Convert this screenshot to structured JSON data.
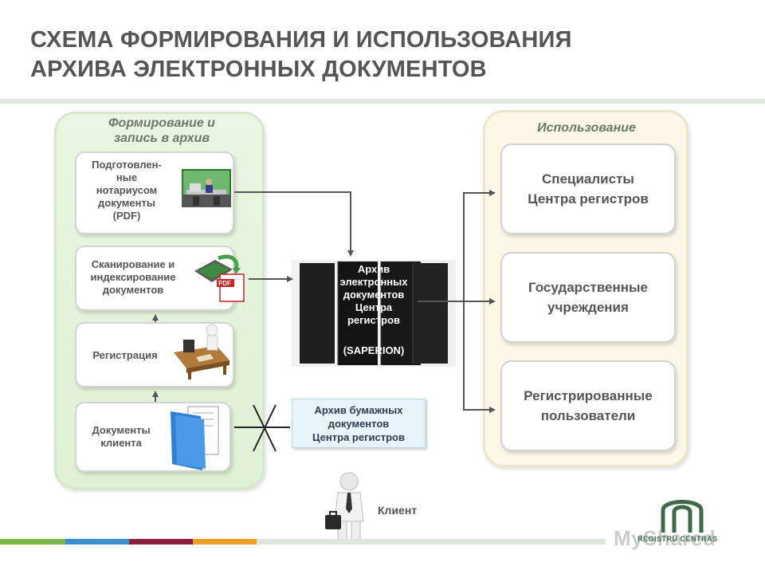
{
  "title": {
    "line1": "СХЕМА ФОРМИРОВАНИЯ И ИСПОЛЬЗОВАНИЯ",
    "line2": "АРХИВА ЭЛЕКТРОННЫХ ДОКУМЕНТОВ"
  },
  "left_panel": {
    "title_line1": "Формирование и",
    "title_line2": "запись в архив",
    "boxes": [
      {
        "lines": [
          "Подготовлен-",
          "ные",
          "нотариусом",
          "документы",
          "(PDF)"
        ],
        "icon": "notary-office-icon"
      },
      {
        "lines": [
          "Сканирование и",
          "индексирование",
          "документов"
        ],
        "icon": "scanner-pdf-icon"
      },
      {
        "lines": [
          "Регистрация"
        ],
        "icon": "registration-desk-icon"
      },
      {
        "lines": [
          "Документы",
          "клиента"
        ],
        "icon": "client-folder-icon"
      }
    ]
  },
  "archive": {
    "lines": [
      "Архив",
      "электронных",
      "документов",
      "Центра",
      "регистров"
    ],
    "system": "(SAPERION)"
  },
  "paper_archive": {
    "lines": [
      "Архив бумажных",
      "документов",
      "Центра регистров"
    ]
  },
  "right_panel": {
    "title": "Использование",
    "boxes": [
      {
        "lines": [
          "Специалисты",
          "Центра регистров"
        ]
      },
      {
        "lines": [
          "Государственные",
          "учреждения"
        ]
      },
      {
        "lines": [
          "Регистрированные",
          "пользователи"
        ]
      }
    ]
  },
  "client": {
    "label": "Клиент",
    "icon": "businessman-icon"
  },
  "logo": {
    "watermark": "MyShared",
    "brand": "REGISTRU CENTRAS"
  },
  "colors": {
    "title": "#555555",
    "left_panel_bg": "#e4f4dc",
    "right_panel_bg": "#fbf8e8",
    "arrow": "#555555",
    "strip": [
      "#7ab648",
      "#3a8fd1",
      "#8b1e3f",
      "#f0a020",
      "#c8d8c0"
    ]
  }
}
